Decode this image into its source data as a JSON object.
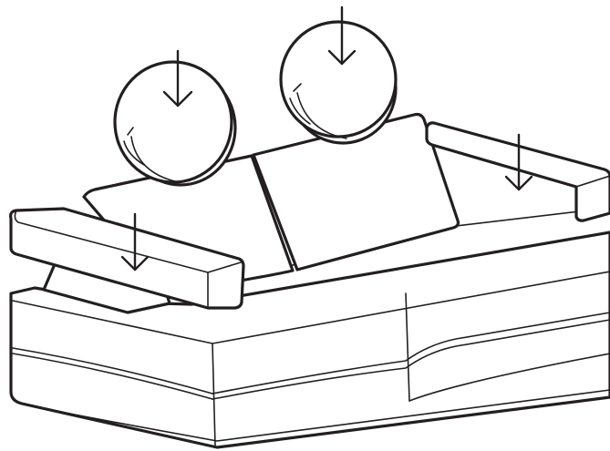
{
  "figure": {
    "subject": "sofa-bed-with-two-round-bolster-pillows-and-two-armrest-cushions",
    "style": "black-line-art",
    "colors": {
      "line": "#231f20",
      "fill": "#ffffff",
      "background": "#ffffff"
    },
    "placement_arrows": [
      {
        "target": "left-bolster-pillow",
        "direction": "down"
      },
      {
        "target": "right-bolster-pillow",
        "direction": "down"
      },
      {
        "target": "left-armrest-cushion",
        "direction": "down"
      },
      {
        "target": "right-armrest-cushion",
        "direction": "down"
      }
    ]
  }
}
